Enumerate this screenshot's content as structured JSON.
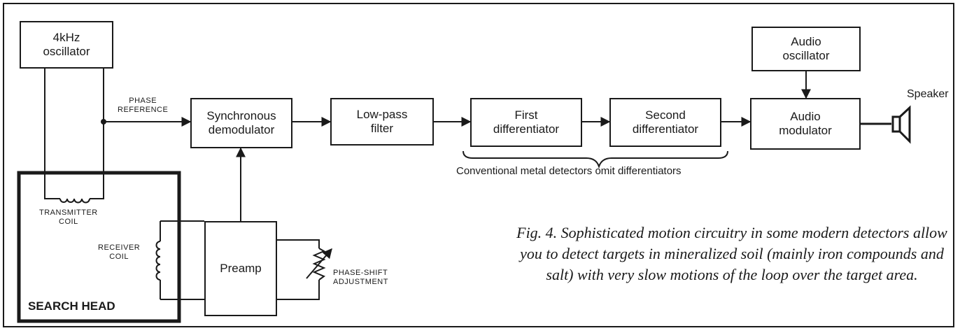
{
  "blocks": {
    "oscillator": "4kHz\noscillator",
    "sync_demod": "Synchronous\ndemodulator",
    "lowpass": "Low-pass\nfilter",
    "first_diff": "First\ndifferentiator",
    "second_diff": "Second\ndifferentiator",
    "audio_osc": "Audio\noscillator",
    "audio_mod": "Audio\nmodulator",
    "preamp": "Preamp"
  },
  "labels": {
    "phase_reference": "PHASE\nREFERENCE",
    "transmitter_coil": "TRANSMITTER\nCOIL",
    "receiver_coil": "RECEIVER\nCOIL",
    "phase_shift": "PHASE-SHIFT\nADJUSTMENT",
    "search_head": "SEARCH HEAD",
    "speaker": "Speaker",
    "differentiator_note": "Conventional metal detectors omit differentiators"
  },
  "caption": "Fig. 4. Sophisticated motion circuitry in some modern detectors allow you to detect targets in mineralized soil (mainly iron compounds and salt) with very slow motions of the loop over the target area."
}
